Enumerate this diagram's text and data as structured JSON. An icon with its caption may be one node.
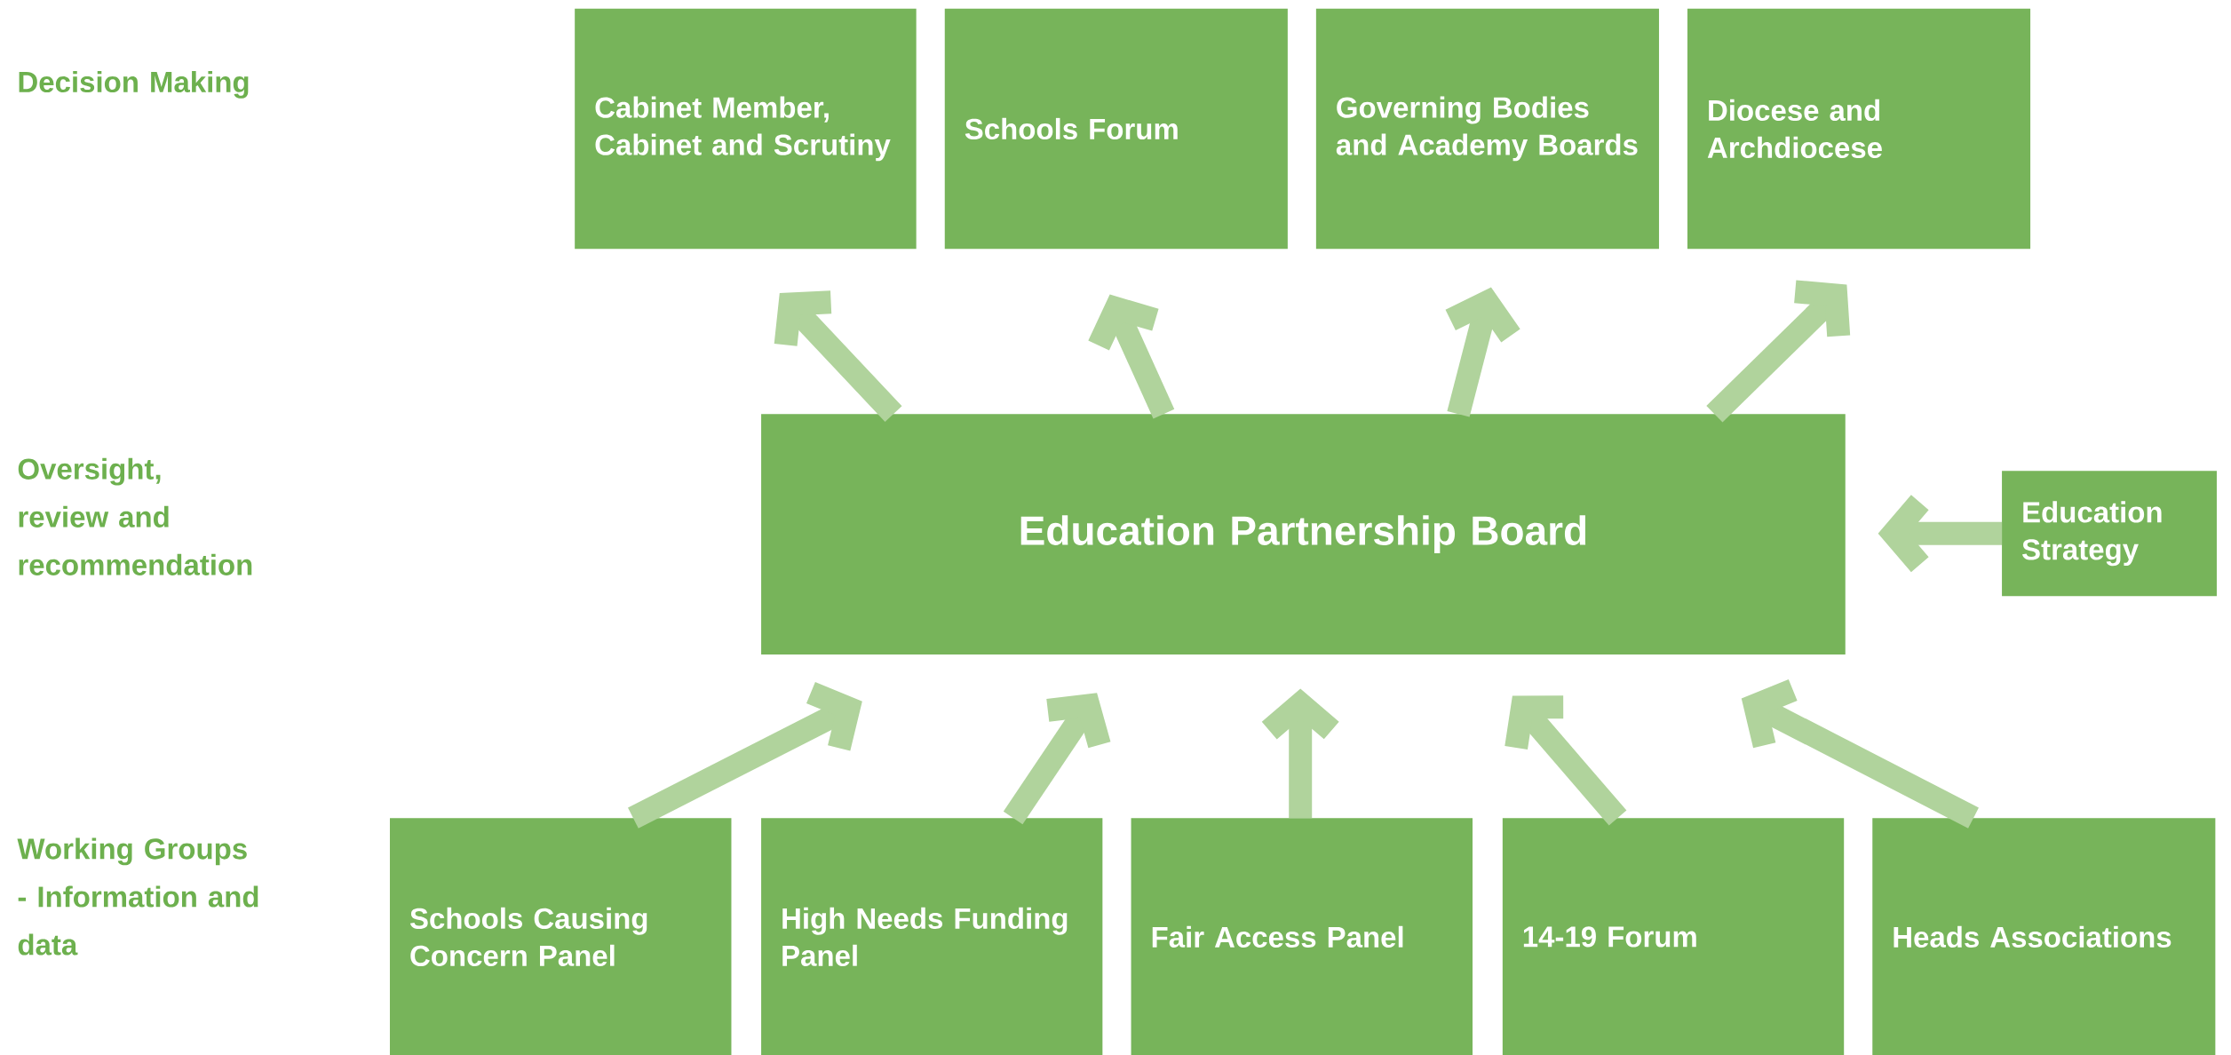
{
  "diagram": {
    "nodes": [
      {
        "text": [
          "Cabinet Member, Cabinet and Scrutiny"
        ]
      },
      {
        "text": [
          "Schools Forum"
        ]
      },
      {
        "text": [
          "Governing Bodies and Academy Boards"
        ]
      },
      {
        "text": [
          "Diocese and Archdiocese"
        ]
      },
      {
        "text": [
          "Education Partnership Board"
        ]
      },
      {
        "text": [
          "Education Strategy"
        ]
      },
      {
        "text": [
          "Schools Causing Concern Panel"
        ]
      },
      {
        "text": [
          "High Needs Funding Panel"
        ]
      },
      {
        "text": [
          "Fair Access Panel"
        ]
      },
      {
        "text": [
          "14-19 Forum"
        ]
      },
      {
        "text": [
          "Heads Associations"
        ]
      }
    ],
    "edges": [
      {
        "from": 4,
        "to": 0,
        "arrow": "to"
      },
      {
        "from": 4,
        "to": 1,
        "arrow": "to"
      },
      {
        "from": 4,
        "to": 2,
        "arrow": "to"
      },
      {
        "from": 4,
        "to": 3,
        "arrow": "to"
      },
      {
        "from": 5,
        "to": 4,
        "arrow": "to"
      },
      {
        "from": 6,
        "to": 4,
        "arrow": "to"
      },
      {
        "from": 7,
        "to": 4,
        "arrow": "to"
      },
      {
        "from": 8,
        "to": 4,
        "arrow": "to"
      },
      {
        "from": 9,
        "to": 4,
        "arrow": "to"
      },
      {
        "from": 10,
        "to": 4,
        "arrow": "to"
      }
    ],
    "labels": [
      "Decision Making",
      "Oversight, review and recommendation",
      "Working Groups - Information and data"
    ]
  }
}
